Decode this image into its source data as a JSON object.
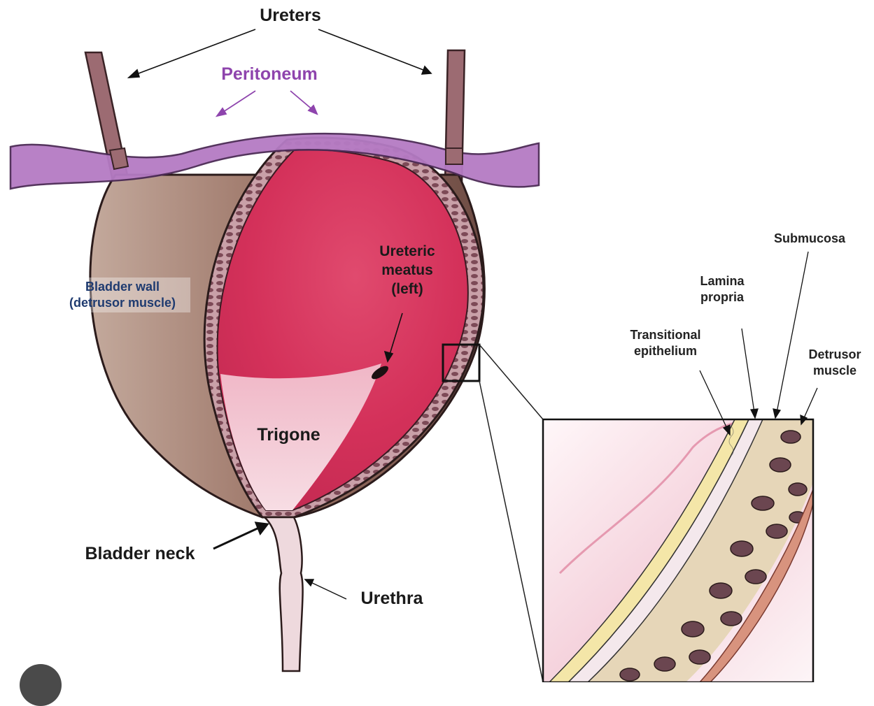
{
  "labels": {
    "ureters": "Ureters",
    "peritoneum": "Peritoneum",
    "bladder_wall": "Bladder wall\n(detrusor muscle)",
    "ureteric_meatus": "Ureteric\nmeatus\n(left)",
    "trigone": "Trigone",
    "bladder_neck": "Bladder neck",
    "urethra": "Urethra",
    "submucosa": "Submucosa",
    "lamina_propria": "Lamina\npropria",
    "transitional_epithelium": "Transitional\nepithelium",
    "detrusor_muscle": "Detrusor\nmuscle"
  },
  "colors": {
    "peritoneum": "#b57bc4",
    "bladder_outer": "#a58578",
    "bladder_interior": "#d9385e",
    "trigone": "#f3c3d0",
    "wall_band": "#8c5a64",
    "epithelium": "#f4e6a8",
    "muscle_bundle": "#6b4650",
    "label_purple": "#8e44ad",
    "label_navy": "#1f3b70"
  },
  "icons": {
    "corner": "settings-gear-icon"
  }
}
